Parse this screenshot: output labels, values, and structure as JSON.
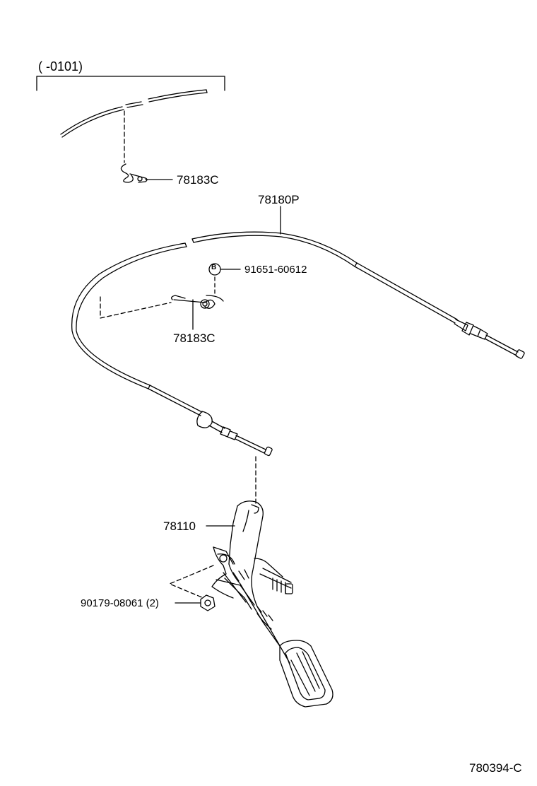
{
  "variant_label": "(      -0101)",
  "parts": {
    "clip_upper": "78183C",
    "cable": "78180P",
    "bolt": "91651-60612",
    "bolt_marker": "B",
    "clip_lower": "78183C",
    "pedal": "78110",
    "nut": "90179-08061 (2)"
  },
  "diagram_id": "780394-C"
}
